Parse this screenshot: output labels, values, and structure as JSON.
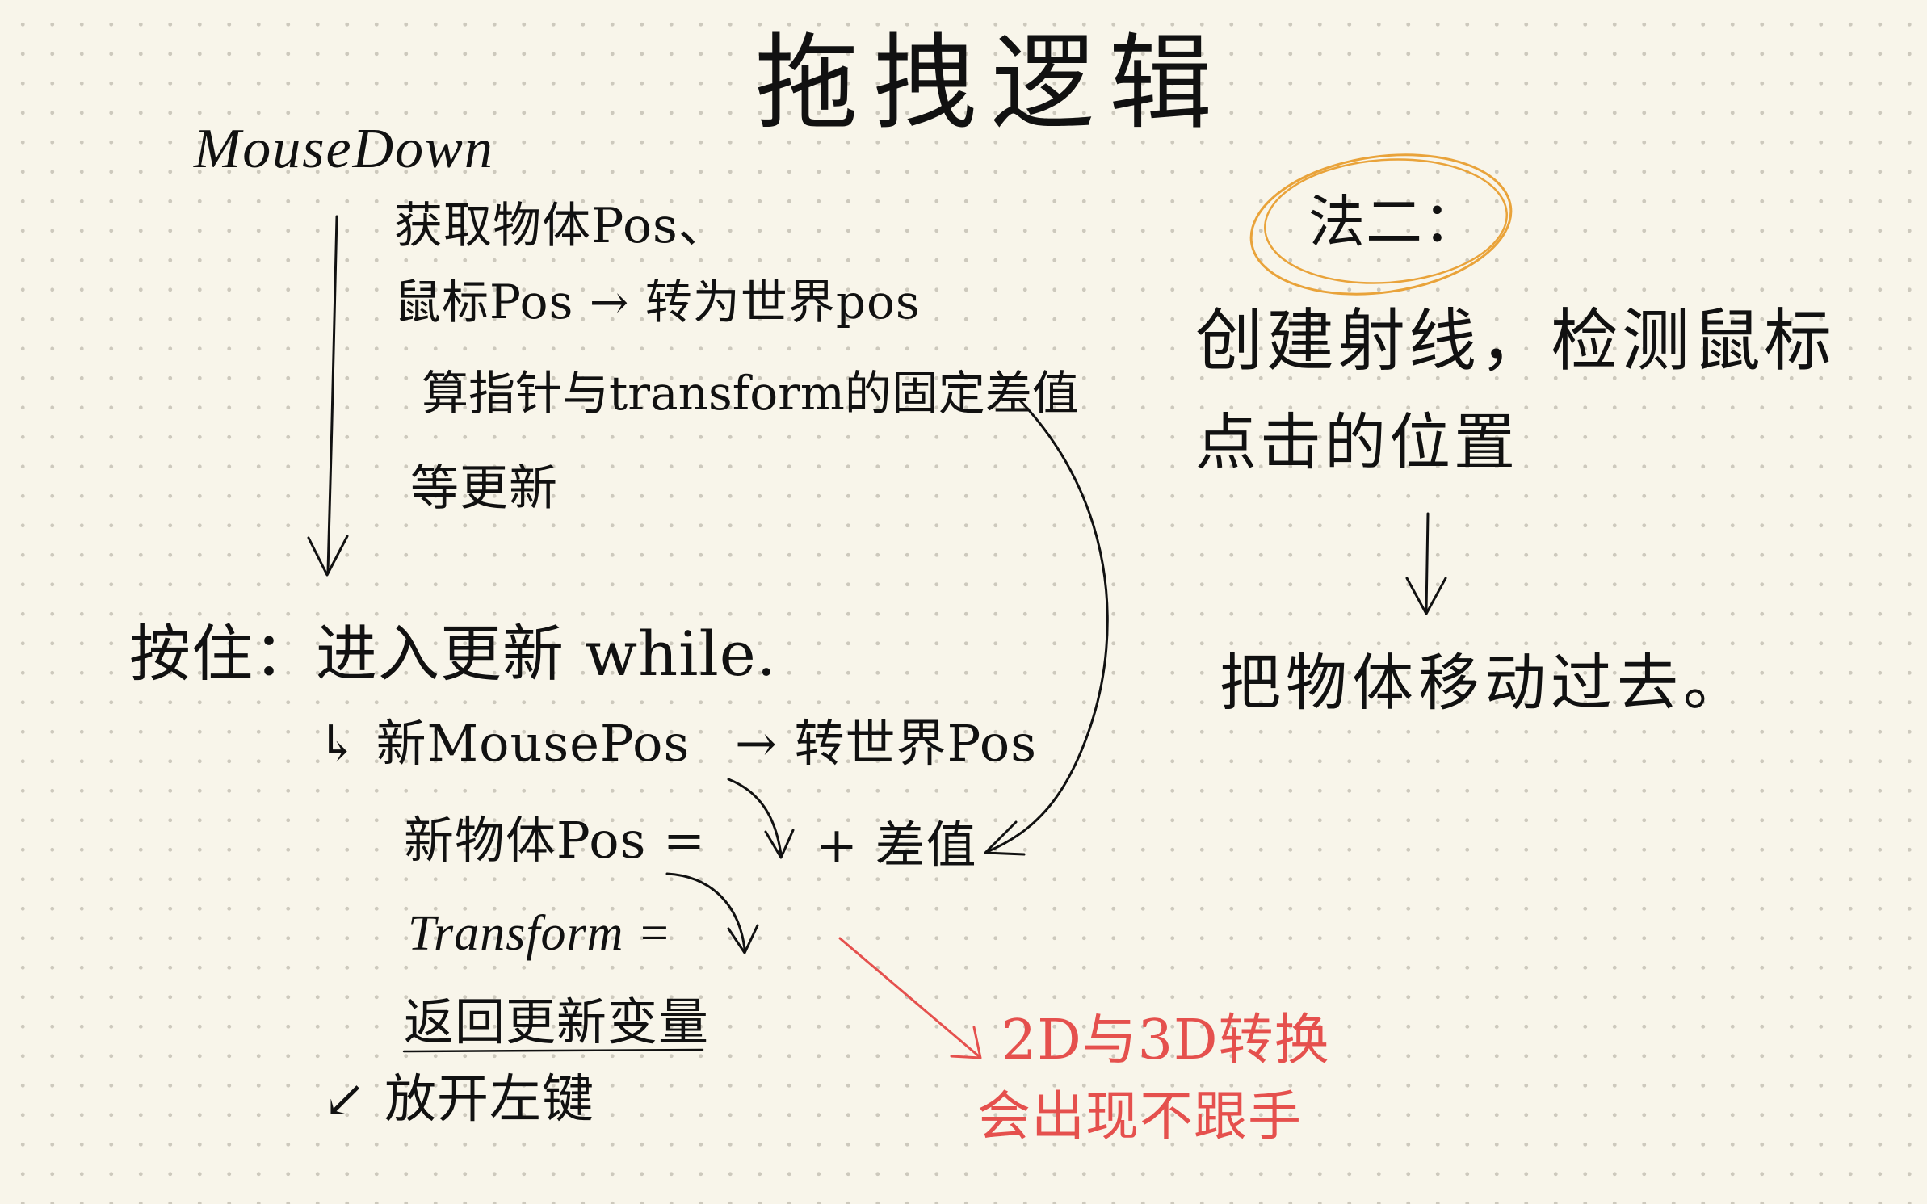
{
  "title": "拖拽逻辑",
  "ink_colors": {
    "black": "#111111",
    "red": "#e5504d",
    "orange": "#e9a33a"
  },
  "left_flow": {
    "mouse_down": "MouseDown",
    "step_1": "获取物体Pos、",
    "step_2": "鼠标Pos → 转为世界pos",
    "step_3": "算指针与transform的固定差值",
    "step_4": "等更新",
    "hold": "按住：进入更新 while.",
    "loop_1_a": "↳ 新MousePos",
    "loop_1_b": "→ 转世界Pos",
    "loop_2": "新物体Pos =",
    "plus_offset": "+ 差值",
    "loop_3": "Transform =",
    "loop_4": "返回更新变量",
    "release": "↙ 放开左键"
  },
  "method_two": {
    "label": "法二：",
    "line_1": "创建射线，检测鼠标",
    "line_2": "点击的位置",
    "result": "把物体移动过去。"
  },
  "red_note": {
    "line_1": "2D与3D转换",
    "line_2": "会出现不跟手"
  }
}
